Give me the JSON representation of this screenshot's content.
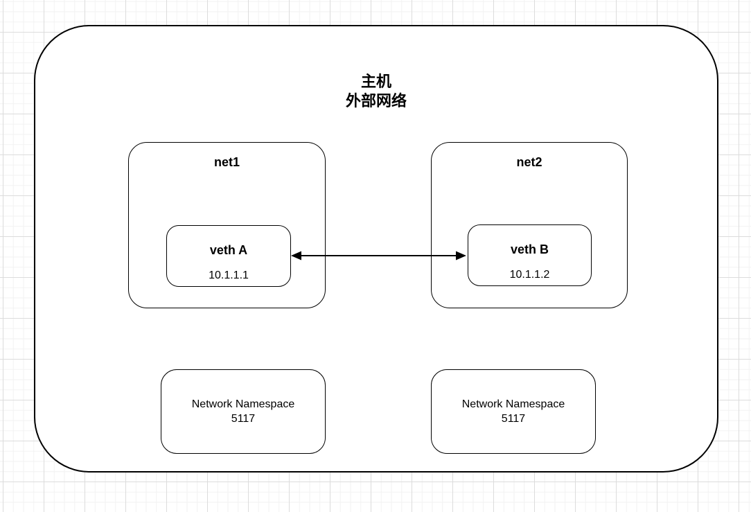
{
  "host": {
    "title_line1": "主机",
    "title_line2": "外部网络"
  },
  "net1": {
    "label": "net1",
    "veth": {
      "name": "veth A",
      "ip": "10.1.1.1"
    }
  },
  "net2": {
    "label": "net2",
    "veth": {
      "name": "veth B",
      "ip": "10.1.1.2"
    }
  },
  "connector": {
    "type": "double-headed-arrow",
    "from": "veth A",
    "to": "veth B"
  },
  "namespace_boxes": [
    {
      "title": "Network Namespace",
      "id": "5117"
    },
    {
      "title": "Network Namespace",
      "id": "5117"
    }
  ],
  "colors": {
    "stroke": "#000000",
    "shape_fill": "#ffffff",
    "grid_minor": "#f2f2f2",
    "grid_major": "#dcdcdc",
    "background": "#ffffff"
  }
}
